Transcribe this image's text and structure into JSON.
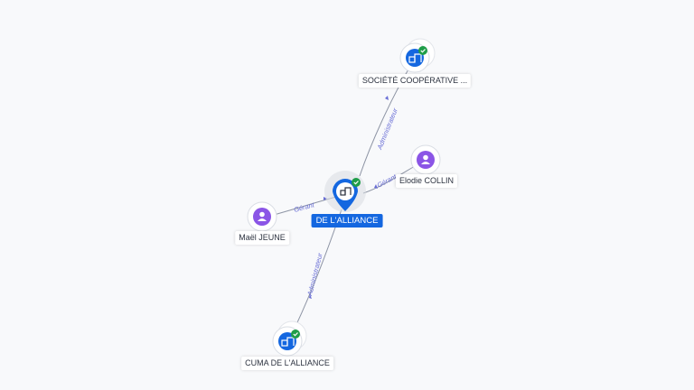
{
  "colors": {
    "company": "#1467e0",
    "person": "#8b55e6",
    "check": "#1f9d48",
    "edge": "#8e95a5",
    "edge_label": "#6a6fd6",
    "background": "#f8f9fb"
  },
  "nodes": {
    "center": {
      "label": "DE L'ALLIANCE",
      "kind": "company",
      "icon": "building-icon",
      "verified": true
    },
    "top": {
      "label": "SOCIÉTÉ COOPÉRATIVE ...",
      "kind": "company",
      "icon": "building-icon",
      "verified": true
    },
    "right": {
      "label": "Elodie COLLIN",
      "kind": "person",
      "icon": "person-icon",
      "verified": false
    },
    "left": {
      "label": "Maël JEUNE",
      "kind": "person",
      "icon": "person-icon",
      "verified": false
    },
    "bottom": {
      "label": "CUMA DE L'ALLIANCE",
      "kind": "company",
      "icon": "building-icon",
      "verified": true
    }
  },
  "edges": {
    "top": {
      "label": "Administrateur"
    },
    "right": {
      "label": "Gérant"
    },
    "left": {
      "label": "Gérant"
    },
    "bottom": {
      "label": "Administrateur"
    }
  }
}
